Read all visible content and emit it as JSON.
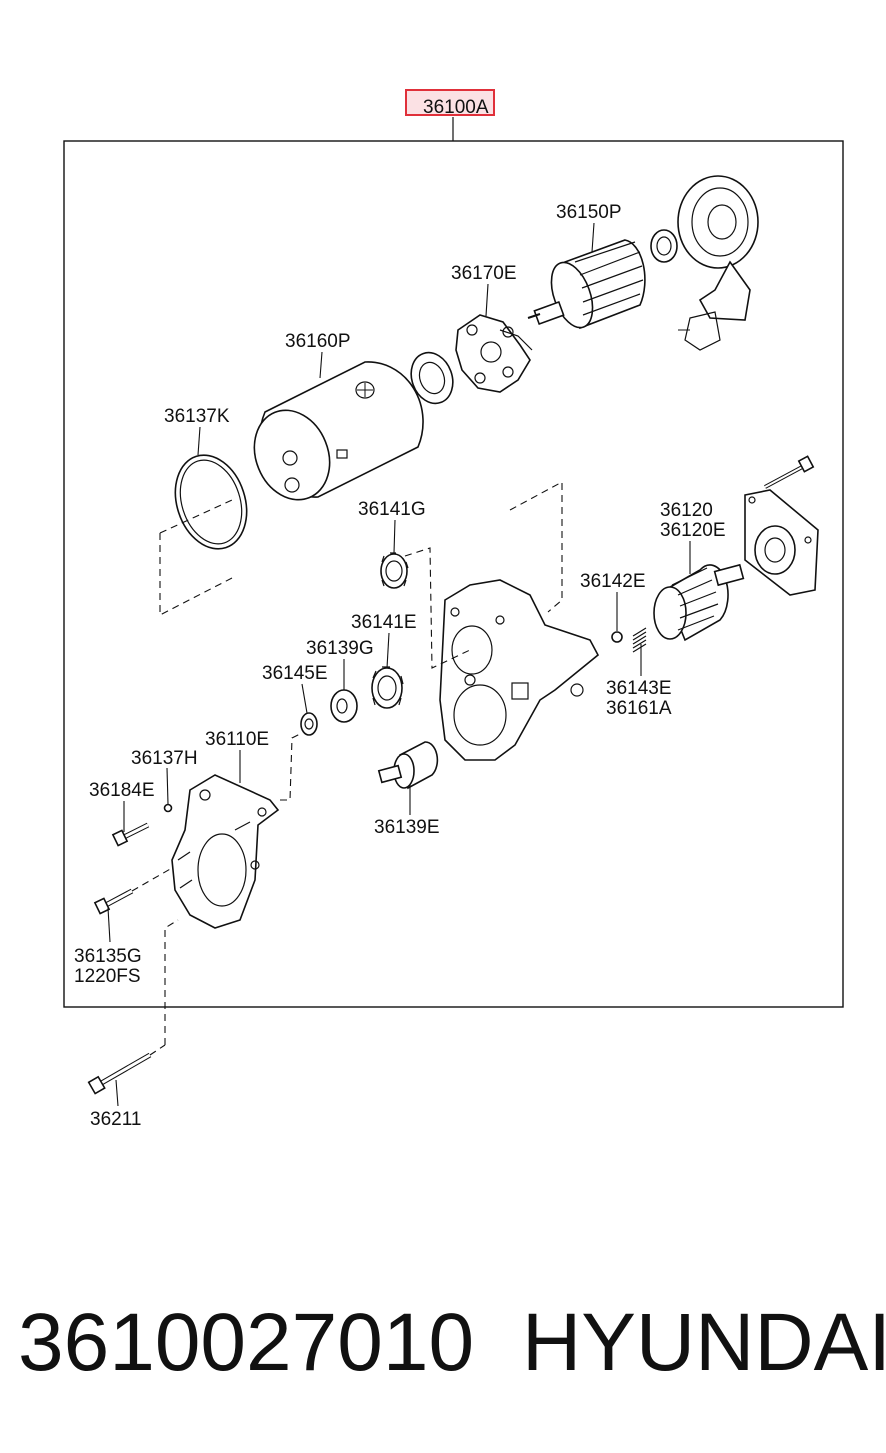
{
  "assembly_label": "36100A",
  "labels": {
    "p36150P": "36150P",
    "p36170E": "36170E",
    "p36160P": "36160P",
    "p36137K": "36137K",
    "p36141G": "36141G",
    "p36120": "36120",
    "p36120E": "36120E",
    "p36142E": "36142E",
    "p36141E": "36141E",
    "p36139G": "36139G",
    "p36145E": "36145E",
    "p36143E": "36143E",
    "p36161A": "36161A",
    "p36110E": "36110E",
    "p36137H": "36137H",
    "p36184E": "36184E",
    "p36139E": "36139E",
    "p36135G": "36135G",
    "p1220FS": "1220FS",
    "p36211": "36211"
  },
  "footer": {
    "part_number": "3610027010",
    "brand": "HYUNDAI"
  },
  "colors": {
    "highlight_border": "#e0303a",
    "highlight_fill": "#fbe1e4",
    "line": "#111111"
  }
}
